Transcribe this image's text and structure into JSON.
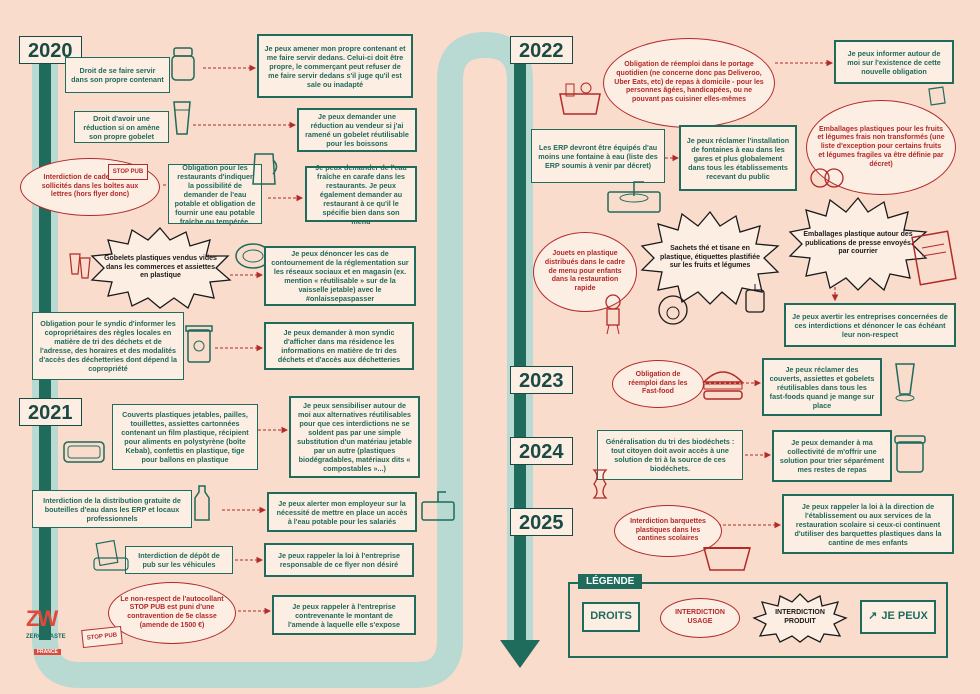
{
  "years": {
    "y2020": "2020",
    "y2021": "2021",
    "y2022": "2022",
    "y2023": "2023",
    "y2024": "2024",
    "y2025": "2025"
  },
  "left": {
    "d1": "Droit de se faire servir dans son propre contenant",
    "j1": "Je peux amener mon propre contenant et me faire servir dedans. Celui-ci doit être propre, le commerçant peut refuser de me faire servir dedans s'il juge qu'il est sale ou inadapté",
    "d2": "Droit d'avoir une réduction si on amène son propre gobelet",
    "j2": "Je peux demander une réduction au vendeur si j'ai ramené un gobelet réutilisable pour les boissons",
    "e1": "Interdiction de cadeaux non sollicités dans les boîtes aux lettres (hors flyer donc)",
    "stop1": "STOP PUB",
    "d3": "Obligation pour les restaurants d'indiquer la possibilité de demander de l'eau potable et obligation de fournir une eau potable fraîche ou tempérée.",
    "j3": "Je peux demander de l'eau fraîche en carafe dans les restaurants. Je peux également demander au restaurant à ce qu'il le spécifie bien dans son menu",
    "s1": "Gobelets plastiques vendus vides dans les commerces et assiettes en plastique",
    "j4": "Je peux dénoncer les cas de contournement de la réglementation sur les réseaux sociaux et en magasin (ex. mention « réutilisable » sur de la vaisselle jetable) avec le #onlaissepaspasser",
    "d4": "Obligation pour le syndic d'informer les copropriétaires des règles locales en matière de tri des déchets et de l'adresse, des horaires et des modalités d'accès des déchetteries dont dépend la copropriété",
    "j5": "Je peux demander à mon syndic d'afficher dans ma résidence les informations en matière de tri des déchets et d'accès aux déchetteries",
    "p1": "Couverts plastiques jetables, pailles, touillettes, assiettes cartonnées contenant un film plastique, récipient pour aliments en polystyrène (boîte Kebab), confettis en plastique, tige pour ballons en plastique",
    "j6": "Je peux sensibiliser autour de moi aux alternatives réutilisables pour que ces interdictions ne se soldent pas par une simple substitution d'un matériau jetable par un autre (plastiques biodégradables, matériaux dits « compostables »...)",
    "d5": "Interdiction de la distribution gratuite de bouteilles d'eau dans les ERP et locaux professionnels",
    "j7": "Je peux alerter mon employeur sur la nécessité de mettre en place un accès à l'eau potable pour les salariés",
    "d6": "Interdiction de dépôt de pub sur les véhicules",
    "j8": "Je peux rappeler la loi à l'entreprise responsable de ce flyer non désiré",
    "e2": "Le non-respect de l'autocollant STOP PUB est puni d'une contravention de 5e classe (amende de 1500 €)",
    "stop2": "STOP PUB",
    "j9": "Je peux rappeler à l'entreprise contrevenante le montant de l'amende à laquelle elle s'expose"
  },
  "right": {
    "e3": "Obligation de réemploi dans le portage quotidien (ne concerne donc pas Deliveroo, Uber Eats, etc) de repas à domicile - pour les personnes âgées, handicapées, ou ne pouvant pas cuisiner elles-mêmes",
    "j10": "Je peux informer autour de moi sur l'existence de cette nouvelle obligation",
    "d7": "Les ERP devront être équipés d'au moins une fontaine à eau (liste des ERP soumis à venir par décret)",
    "j11": "Je peux réclamer l'installation de fontaines à eau dans les gares et plus globalement dans tous les établissements recevant du public",
    "e4": "Emballages plastiques pour les fruits et légumes frais non transformés (une liste d'exception pour certains fruits et légumes fragiles va être définie par décret)",
    "e5": "Jouets en plastique distribués dans le cadre de menu pour enfants dans la restauration rapide",
    "s2": "Sachets thé et tisane en plastique, étiquettes plastifiée sur les fruits et légumes",
    "s3": "Emballages plastique autour des publications de presse envoyés par courrier",
    "j12": "Je peux avertir les entreprises concernées de ces interdictions et dénoncer le cas échéant leur non-respect",
    "e6": "Obligation de réemploi dans les Fast-food",
    "j13": "Je peux réclamer des couverts, assiettes et gobelets réutilisables dans tous les fast-foods quand je mange sur place",
    "d8": "Généralisation du tri des biodéchets : tout citoyen doit avoir accès à une solution de tri à la source de ces biodéchets.",
    "j14": "Je peux demander à ma collectivité de m'offrir une solution pour trier séparément mes restes de repas",
    "e7": "Interdiction barquettes plastiques dans les cantines scolaires",
    "j15": "Je peux rappeler la loi à la direction de l'établissement ou aux services de la restauration scolaire si ceux-ci continuent d'utiliser des barquettes plastiques dans la cantine de mes enfants"
  },
  "legend": {
    "title": "LÉGENDE",
    "droits": "DROITS",
    "usage": "INTERDICTION USAGE",
    "produit": "INTERDICTION PRODUIT",
    "jepeux": "JE PEUX",
    "arrow": "↗"
  },
  "logo": {
    "mark": "ZW",
    "name": "ZERO WASTE",
    "country": "FRANCE"
  },
  "colors": {
    "teal": "#1f6b5c",
    "red": "#b22a2a",
    "background": "#f9dccb",
    "road": "#b9d9d3"
  }
}
